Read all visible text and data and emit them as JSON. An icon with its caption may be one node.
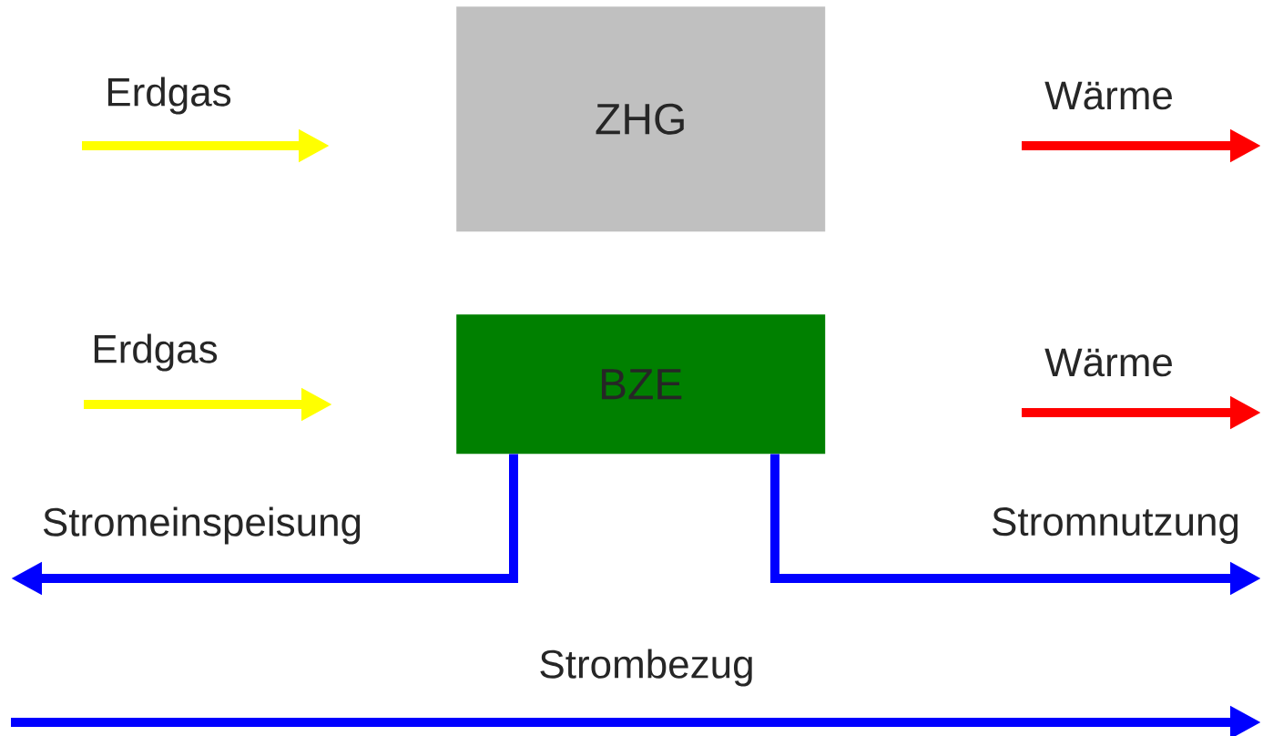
{
  "diagram": {
    "nodes": [
      {
        "text": [
          "ZHG"
        ]
      },
      {
        "text": [
          "BZE"
        ]
      }
    ],
    "edges": [
      {
        "from": 1,
        "to": null,
        "arrow": "to",
        "label": "Stromeinspeisung",
        "color": "#0000ff"
      },
      {
        "from": 1,
        "to": null,
        "arrow": "to",
        "label": "Stromnutzung",
        "color": "#0000ff"
      }
    ],
    "labels": [
      "Erdgas",
      "Wärme",
      "Erdgas",
      "Wärme",
      "Strombezug"
    ]
  }
}
